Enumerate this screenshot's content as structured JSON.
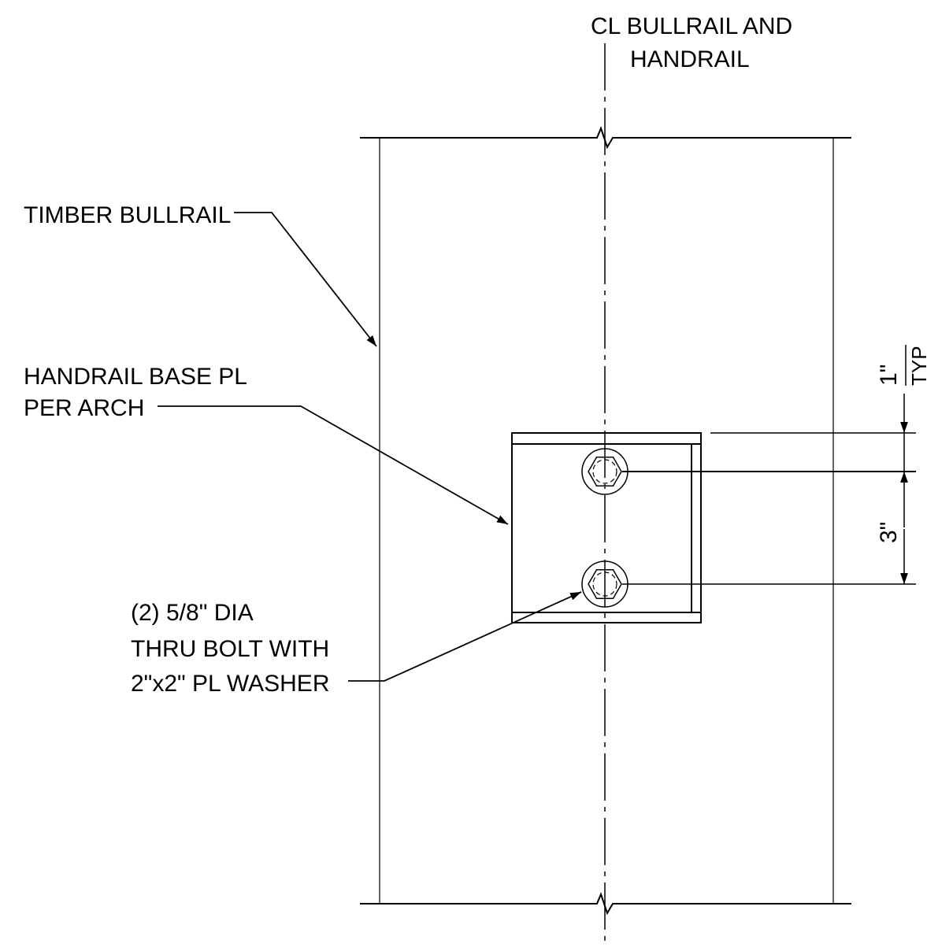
{
  "centerline_label": {
    "line1": "CL BULLRAIL AND",
    "line2": "HANDRAIL"
  },
  "callouts": {
    "timber_bullrail": "TIMBER BULLRAIL",
    "base_plate": {
      "line1": "HANDRAIL BASE PL",
      "line2": "PER ARCH"
    },
    "bolt": {
      "line1": "(2) 5/8\" DIA",
      "line2": "THRU BOLT WITH",
      "line3": "2\"x2\" PL WASHER"
    }
  },
  "dimensions": {
    "top_offset": "1\"",
    "typ_note": "TYP",
    "bolt_spacing": "3\""
  },
  "colors": {
    "ink": "#000000",
    "paper": "#ffffff"
  }
}
